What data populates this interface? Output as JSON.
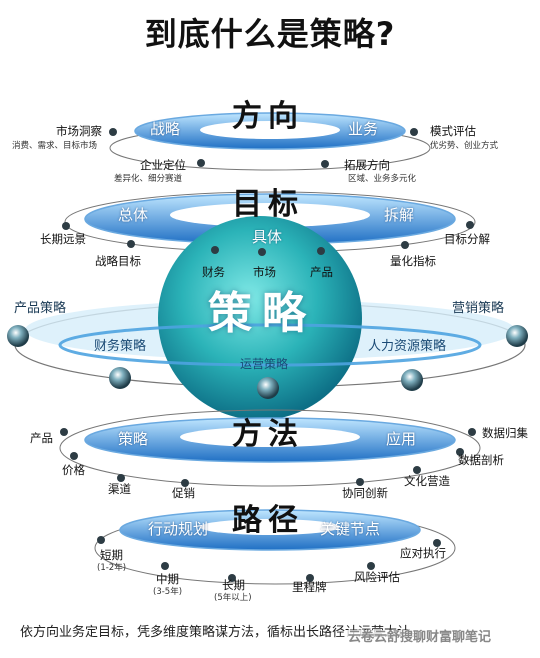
{
  "title": "到底什么是策略?",
  "sphere_label": "策略",
  "levels": {
    "direction": {
      "title": "方向",
      "ring_left": "战略",
      "ring_right": "业务",
      "nodes": [
        {
          "label": "市场洞察",
          "sub": "消费、需求、目标市场"
        },
        {
          "label": "企业定位",
          "sub": "差异化、细分赛道"
        },
        {
          "label": "拓展方向",
          "sub": "区域、业务多元化"
        },
        {
          "label": "模式评估",
          "sub": "优劣势、创业方式"
        }
      ]
    },
    "target": {
      "title": "目标",
      "ring_left": "总体",
      "ring_right": "拆解",
      "ring_center": "具体",
      "nodes": [
        "长期远景",
        "战略目标",
        "财务",
        "市场",
        "产品",
        "量化指标",
        "目标分解"
      ]
    },
    "core": {
      "left_outer": "产品策略",
      "right_outer": "营销策略",
      "left_inner": "财务策略",
      "right_inner": "人力资源策略",
      "bottom": "运营策略"
    },
    "method": {
      "title": "方法",
      "ring_left": "策略",
      "ring_right": "应用",
      "nodes": [
        "产品",
        "价格",
        "渠道",
        "促销",
        "协同创新",
        "文化营造",
        "数据剖析",
        "数据归集"
      ]
    },
    "path": {
      "title": "路径",
      "ring_left": "行动规划",
      "ring_right": "关键节点",
      "nodes": [
        {
          "label": "短期",
          "sub": "(1-2年)"
        },
        {
          "label": "中期",
          "sub": "(3-5年)"
        },
        {
          "label": "长期",
          "sub": "(5年以上)"
        },
        {
          "label": "里程牌",
          "sub": ""
        },
        {
          "label": "风险评估",
          "sub": ""
        },
        {
          "label": "应对执行",
          "sub": ""
        }
      ]
    }
  },
  "footer": "依方向业务定目标，凭多维度策略谋方法，循标出长路径计运营大计。",
  "watermark": "云卷云舒搜聊财富聊笔记"
}
